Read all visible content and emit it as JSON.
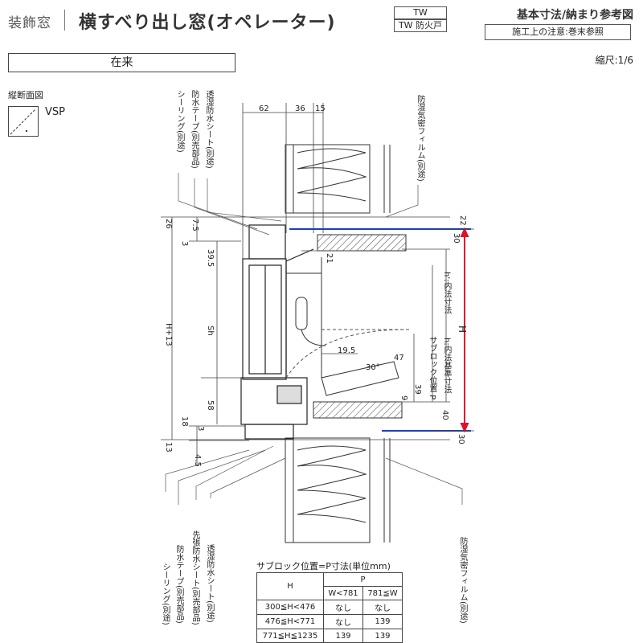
{
  "header": {
    "category": "装飾窓",
    "title": "横すべり出し窓(オペレーター)",
    "tag_tw": "TW",
    "tag_twfire": "TW 防火戸",
    "ref_title": "基本寸法/納まり参考図",
    "ref_note": "施工上の注意:巻末参照",
    "condition": "在来",
    "scale": "縮尺:1/6"
  },
  "legend": {
    "section": "縦断面図",
    "material": "VSP"
  },
  "labels": {
    "sealing_top": "シーリング(別途)",
    "tape_top": "防水テープ(別売部品)",
    "sheet_top": "透湿防水シート(別途)",
    "film_top": "防湿気密フィルム(別途)",
    "sealing_bot": "シーリング(別途)",
    "tape_bot": "防水テープ(別売部品)",
    "sheet_pre_bot": "先張防水シート(別売部品)",
    "sheet_bot": "透湿防水シート(別途)",
    "film_bot": "防湿気密フィルム(別途)",
    "inner_h": "h:内法基準寸法",
    "inner_hp": "h':内法寸法",
    "sub_block": "サブロック位置 P",
    "H": "H",
    "H13": "H+13",
    "Sh": "Sh"
  },
  "dims": {
    "d62": "62",
    "d36": "36",
    "d15": "15",
    "d26": "26",
    "d7_5": "7.5",
    "d3a": "3",
    "d39_5": "39.5",
    "d21": "21",
    "d22": "22",
    "d30a": "30",
    "d30b": "30",
    "d40": "40",
    "d39": "39",
    "d9": "9",
    "d19_5": "19.5",
    "d47": "47",
    "d30deg": "30°",
    "d58": "58",
    "d18": "18",
    "d3b": "3",
    "d13": "13",
    "d4_5": "4.5"
  },
  "ptable": {
    "title": "サブロック位置=P寸法(単位mm)",
    "col_h": "H",
    "col_p": "P",
    "sub1": "W<781",
    "sub2": "781≦W",
    "rows": [
      [
        "300≦H<476",
        "なし",
        "なし"
      ],
      [
        "476≦H<771",
        "なし",
        "139"
      ],
      [
        "771≦H≦1235",
        "139",
        "139"
      ]
    ]
  },
  "colors": {
    "blue_line": "#1a3fbf",
    "red_dim": "#e0102a",
    "line": "#333333"
  }
}
